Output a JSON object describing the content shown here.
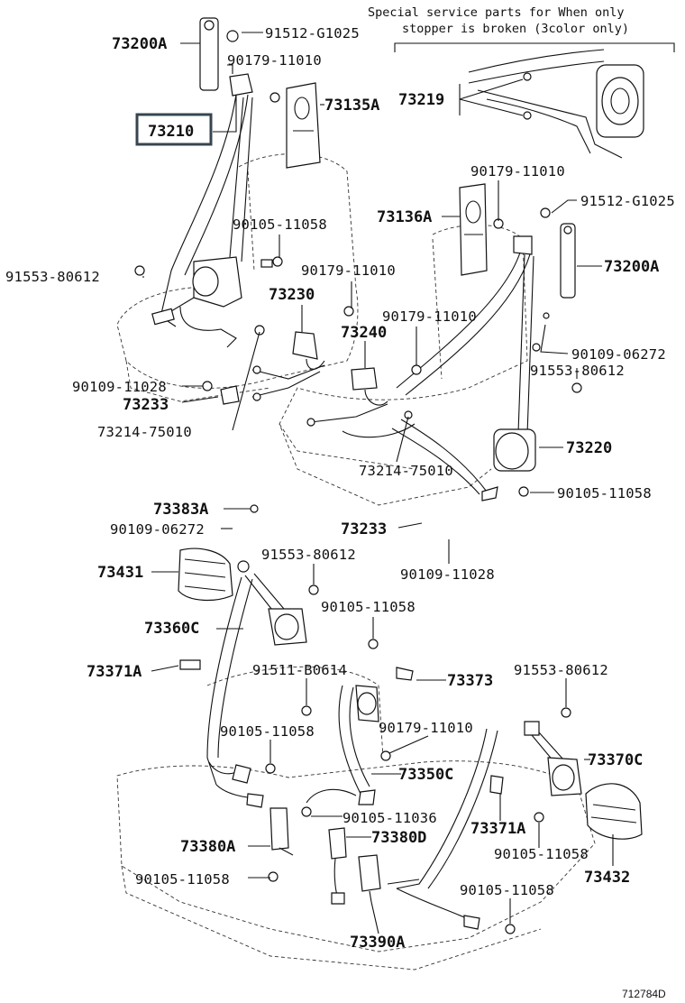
{
  "note": {
    "line1": "Special service parts for When only",
    "line2": "stopper is broken (3color only)"
  },
  "labels": {
    "l_73200A_top": "73200A",
    "l_91512_top": "91512-G1025",
    "l_90179_top": "90179-11010",
    "l_73135A": "73135A",
    "l_73219": "73219",
    "l_73210": "73210",
    "l_90179_mid": "90179-11010",
    "l_91512_mid": "91512-G1025",
    "l_73136A": "73136A",
    "l_90105_a": "90105-11058",
    "l_73200A_mid": "73200A",
    "l_91553_a": "91553-80612",
    "l_90179_b": "90179-11010",
    "l_73230": "73230",
    "l_90179_c": "90179-11010",
    "l_73240": "73240",
    "l_90109_06272_a": "90109-06272",
    "l_91553_b": "91553-80612",
    "l_90109_11028_a": "90109-11028",
    "l_73233_a": "73233",
    "l_73214_a": "73214-75010",
    "l_73220": "73220",
    "l_73214_b": "73214-75010",
    "l_90105_b": "90105-11058",
    "l_73383A": "73383A",
    "l_90109_06272_b": "90109-06272",
    "l_73233_b": "73233",
    "l_91553_c": "91553-80612",
    "l_90109_11028_b": "90109-11028",
    "l_73431": "73431",
    "l_90105_c": "90105-11058",
    "l_73360C": "73360C",
    "l_73371A_a": "73371A",
    "l_91511": "91511-B0614",
    "l_73373": "73373",
    "l_91553_d": "91553-80612",
    "l_90105_d": "90105-11058",
    "l_90179_d": "90179-11010",
    "l_73370C": "73370C",
    "l_73350C": "73350C",
    "l_90105_11036": "90105-11036",
    "l_73371A_b": "73371A",
    "l_73380A": "73380A",
    "l_73380D": "73380D",
    "l_90105_e": "90105-11058",
    "l_73432": "73432",
    "l_90105_f": "90105-11058",
    "l_90105_g": "90105-11058",
    "l_73390A": "73390A"
  },
  "figure_code": "712784D"
}
